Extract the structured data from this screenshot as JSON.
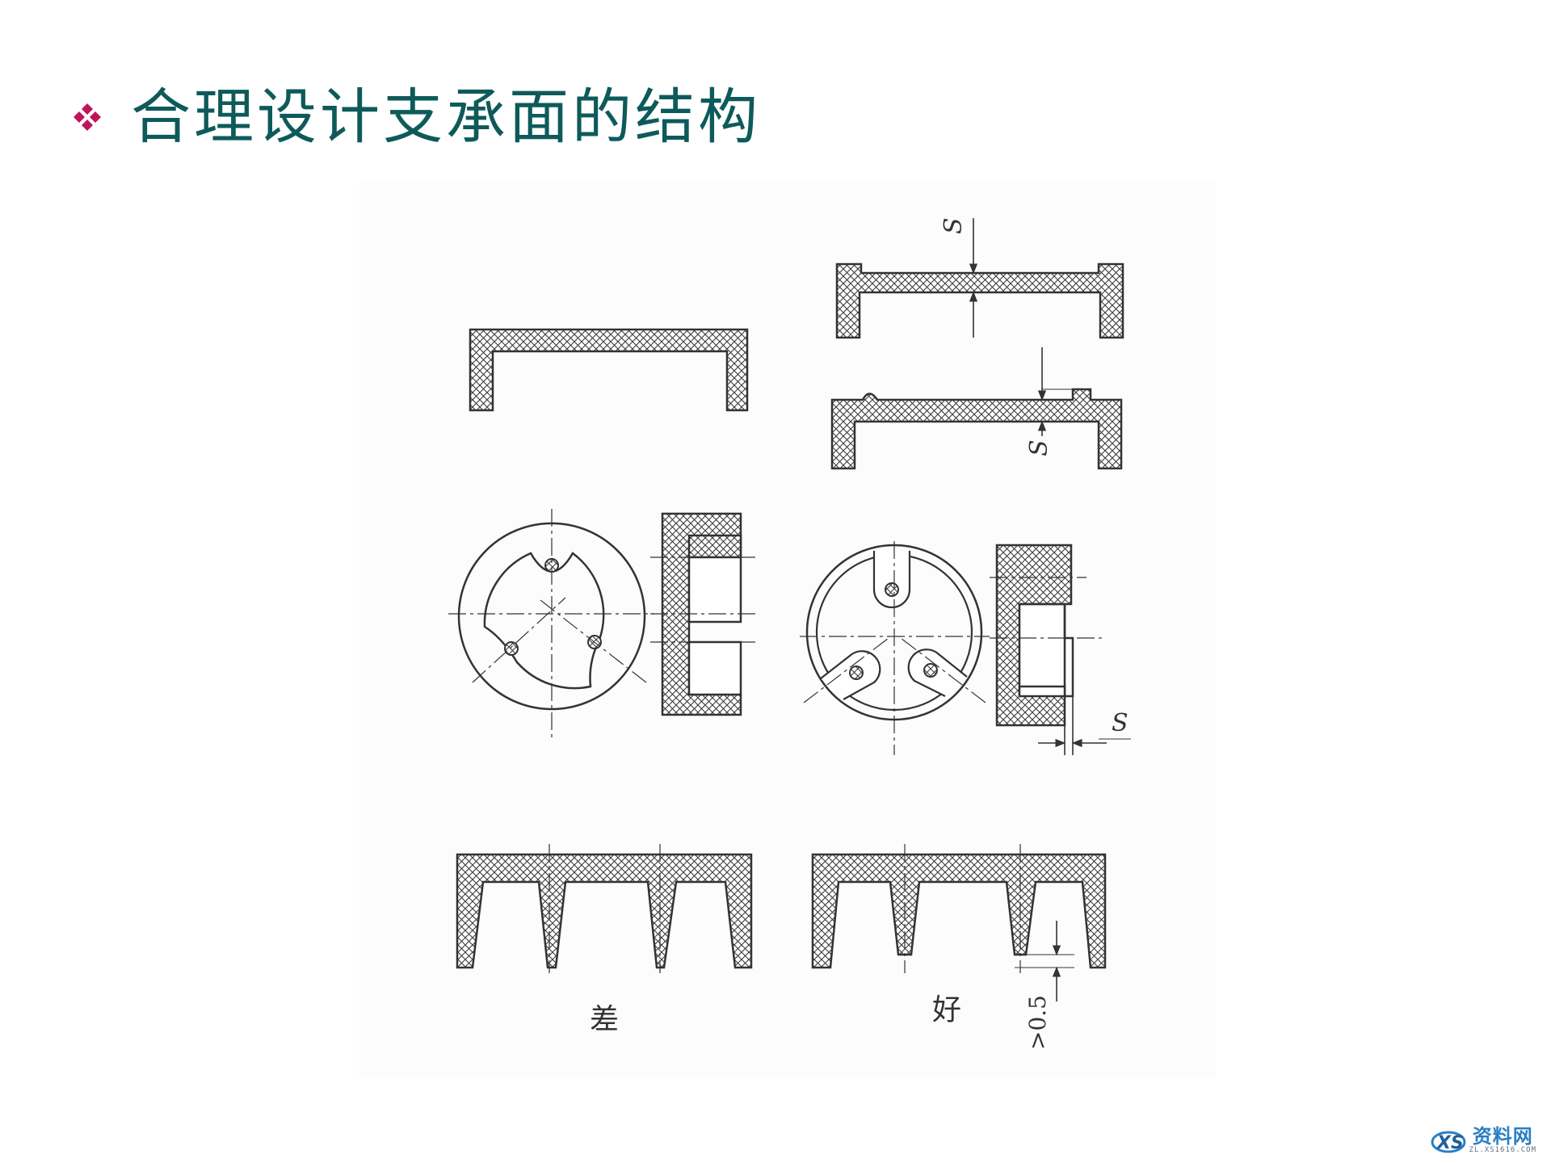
{
  "slide": {
    "title": "合理设计支承面的结构",
    "bullet_icon": "four-diamond-bullet-icon",
    "bullet_color": "#c0145a",
    "title_color": "#0e5a5a"
  },
  "drawing": {
    "dimension_s": "S",
    "dimension_min": ">0.5",
    "label_bad": "差",
    "label_good": "好",
    "line_color": "#333333"
  },
  "watermark": {
    "name": "资料网",
    "url": "ZL.XS1616.COM",
    "color": "#2b7fc2"
  }
}
